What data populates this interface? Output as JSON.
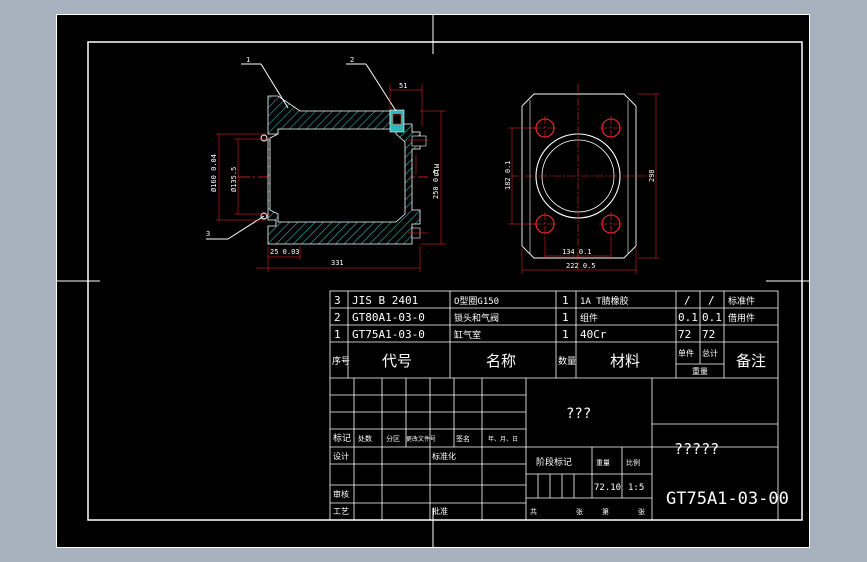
{
  "drawing": {
    "view_left": {
      "callouts": [
        "1",
        "2",
        "3"
      ],
      "dims": {
        "d51": "51",
        "m16": "M16",
        "d160": "Ø160 0.04",
        "d1355": "Ø135.5",
        "d250": "250 0.5",
        "d25": "25 0.03",
        "d331": "331"
      }
    },
    "view_right": {
      "dims": {
        "d182": "182 0.1",
        "d298": "298",
        "d134": "134 0.1",
        "d222": "222 0.5"
      }
    }
  },
  "title_block": {
    "parts": [
      {
        "no": "3",
        "code": "JIS B 2401",
        "name": "O型圈G150",
        "qty": "1",
        "material": "1A T腈橡胶",
        "w1": "/",
        "w2": "/",
        "remark": "标准件"
      },
      {
        "no": "2",
        "code": "GT80A1-03-0",
        "name": "锁头和气阀",
        "qty": "1",
        "material": "组件",
        "w1": "0.1",
        "w2": "0.1",
        "remark": "借用件"
      },
      {
        "no": "1",
        "code": "GT75A1-03-0",
        "name": "缸气室",
        "qty": "1",
        "material": "40Cr",
        "w1": "72",
        "w2": "72",
        "remark": ""
      }
    ],
    "header": {
      "no": "序号",
      "code": "代号",
      "name": "名称",
      "qty": "数量",
      "material": "材料",
      "unit_weight": "单件",
      "total_weight": "总计",
      "weight": "重量",
      "remark": "备注"
    },
    "sign_labels": {
      "mark": "标记",
      "count": "处数",
      "zone": "分区",
      "doc": "更改文件号",
      "sign": "签名",
      "date": "年、月、日",
      "design": "设计",
      "std": "标准化",
      "review": "审核",
      "process": "工艺",
      "approve": "批准"
    },
    "stage": {
      "stage_label": "阶段标记",
      "weight_label": "重量",
      "scale_label": "比例",
      "weight": "72.10",
      "scale": "1:5"
    },
    "sheet_info": {
      "total": "共",
      "sheet_label": "张",
      "of": "第",
      "sheet_label2": "张"
    },
    "material_placeholder": "???",
    "name_placeholder": "?????",
    "drawing_number": "GT75A1-03-00"
  }
}
